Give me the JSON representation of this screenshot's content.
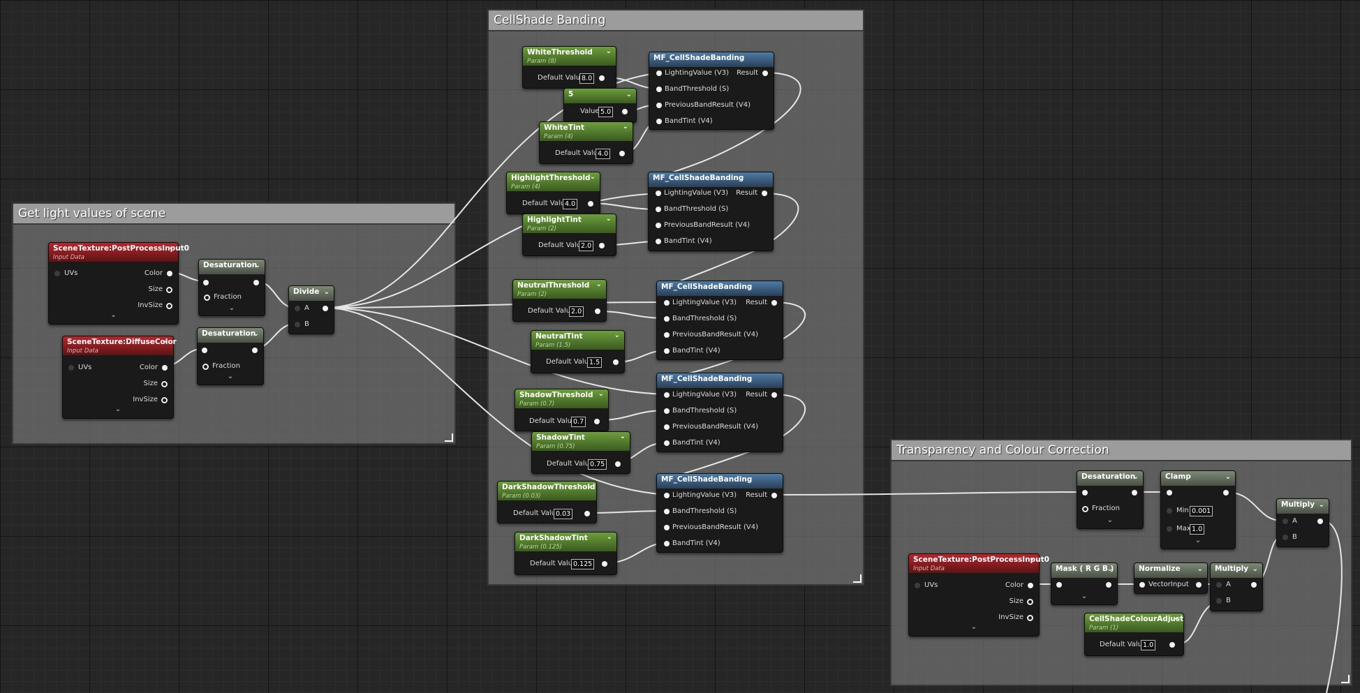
{
  "comments": {
    "light": "Get light values of scene",
    "banding": "CellShade Banding",
    "transparency": "Transparency and Colour Correction"
  },
  "expand_icon": "chevron-down",
  "scene_tex1": {
    "title": "SceneTexture:PostProcessInput0",
    "subtitle": "Input Data",
    "uvs": "UVs",
    "color": "Color",
    "size": "Size",
    "invsize": "InvSize"
  },
  "scene_tex2": {
    "title": "SceneTexture:DiffuseColor",
    "subtitle": "Input Data",
    "uvs": "UVs",
    "color": "Color",
    "size": "Size",
    "invsize": "InvSize"
  },
  "scene_tex3": {
    "title": "SceneTexture:PostProcessInput0",
    "subtitle": "Input Data",
    "uvs": "UVs",
    "color": "Color",
    "size": "Size",
    "invsize": "InvSize"
  },
  "desat1": {
    "title": "Desaturation",
    "fraction": "Fraction"
  },
  "desat2": {
    "title": "Desaturation",
    "fraction": "Fraction"
  },
  "desat3": {
    "title": "Desaturation",
    "fraction": "Fraction"
  },
  "divide": {
    "title": "Divide",
    "a": "A",
    "b": "B"
  },
  "params": {
    "white_threshold": {
      "title": "WhiteThreshold",
      "subtitle": "Param (8)",
      "label": "Default Value",
      "value": "8.0"
    },
    "const5": {
      "title": "5",
      "label": "Value",
      "value": "5.0"
    },
    "white_tint": {
      "title": "WhiteTint",
      "subtitle": "Param (4)",
      "label": "Default Value",
      "value": "4.0"
    },
    "highlight_threshold": {
      "title": "HighlightThreshold",
      "subtitle": "Param (4)",
      "label": "Default Value",
      "value": "4.0"
    },
    "highlight_tint": {
      "title": "HighlightTint",
      "subtitle": "Param (2)",
      "label": "Default Value",
      "value": "2.0"
    },
    "neutral_threshold": {
      "title": "NeutralThreshold",
      "subtitle": "Param (2)",
      "label": "Default Value",
      "value": "2.0"
    },
    "neutral_tint": {
      "title": "NeutralTint",
      "subtitle": "Param (1.5)",
      "label": "Default Value",
      "value": "1.5"
    },
    "shadow_threshold": {
      "title": "ShadowThreshold",
      "subtitle": "Param (0.7)",
      "label": "Default Value",
      "value": "0.7"
    },
    "shadow_tint": {
      "title": "ShadowTint",
      "subtitle": "Param (0.75)",
      "label": "Default Value",
      "value": "0.75"
    },
    "dark_shadow_threshold": {
      "title": "DarkShadowThreshold",
      "subtitle": "Param (0.03)",
      "label": "Default Value",
      "value": "0.03"
    },
    "dark_shadow_tint": {
      "title": "DarkShadowTint",
      "subtitle": "Param (0.125)",
      "label": "Default Value",
      "value": "0.125"
    },
    "colour_adjust": {
      "title": "CellShadeColourAdjust",
      "subtitle": "Param (1)",
      "label": "Default Value",
      "value": "1.0"
    }
  },
  "mf_banding": {
    "title": "MF_CellShadeBanding",
    "lighting": "LightingValue (V3)",
    "band_threshold": "BandThreshold (S)",
    "previous": "PreviousBandResult (V4)",
    "tint": "BandTint (V4)",
    "result": "Result"
  },
  "clamp": {
    "title": "Clamp",
    "min_label": "Min",
    "min_value": "0.001",
    "max_label": "Max",
    "max_value": "1.0"
  },
  "multiply1": {
    "title": "Multiply",
    "a": "A",
    "b": "B"
  },
  "multiply2": {
    "title": "Multiply",
    "a": "A",
    "b": "B"
  },
  "mask": {
    "title": "Mask ( R G B )"
  },
  "normalize": {
    "title": "Normalize",
    "input": "VectorInput"
  }
}
